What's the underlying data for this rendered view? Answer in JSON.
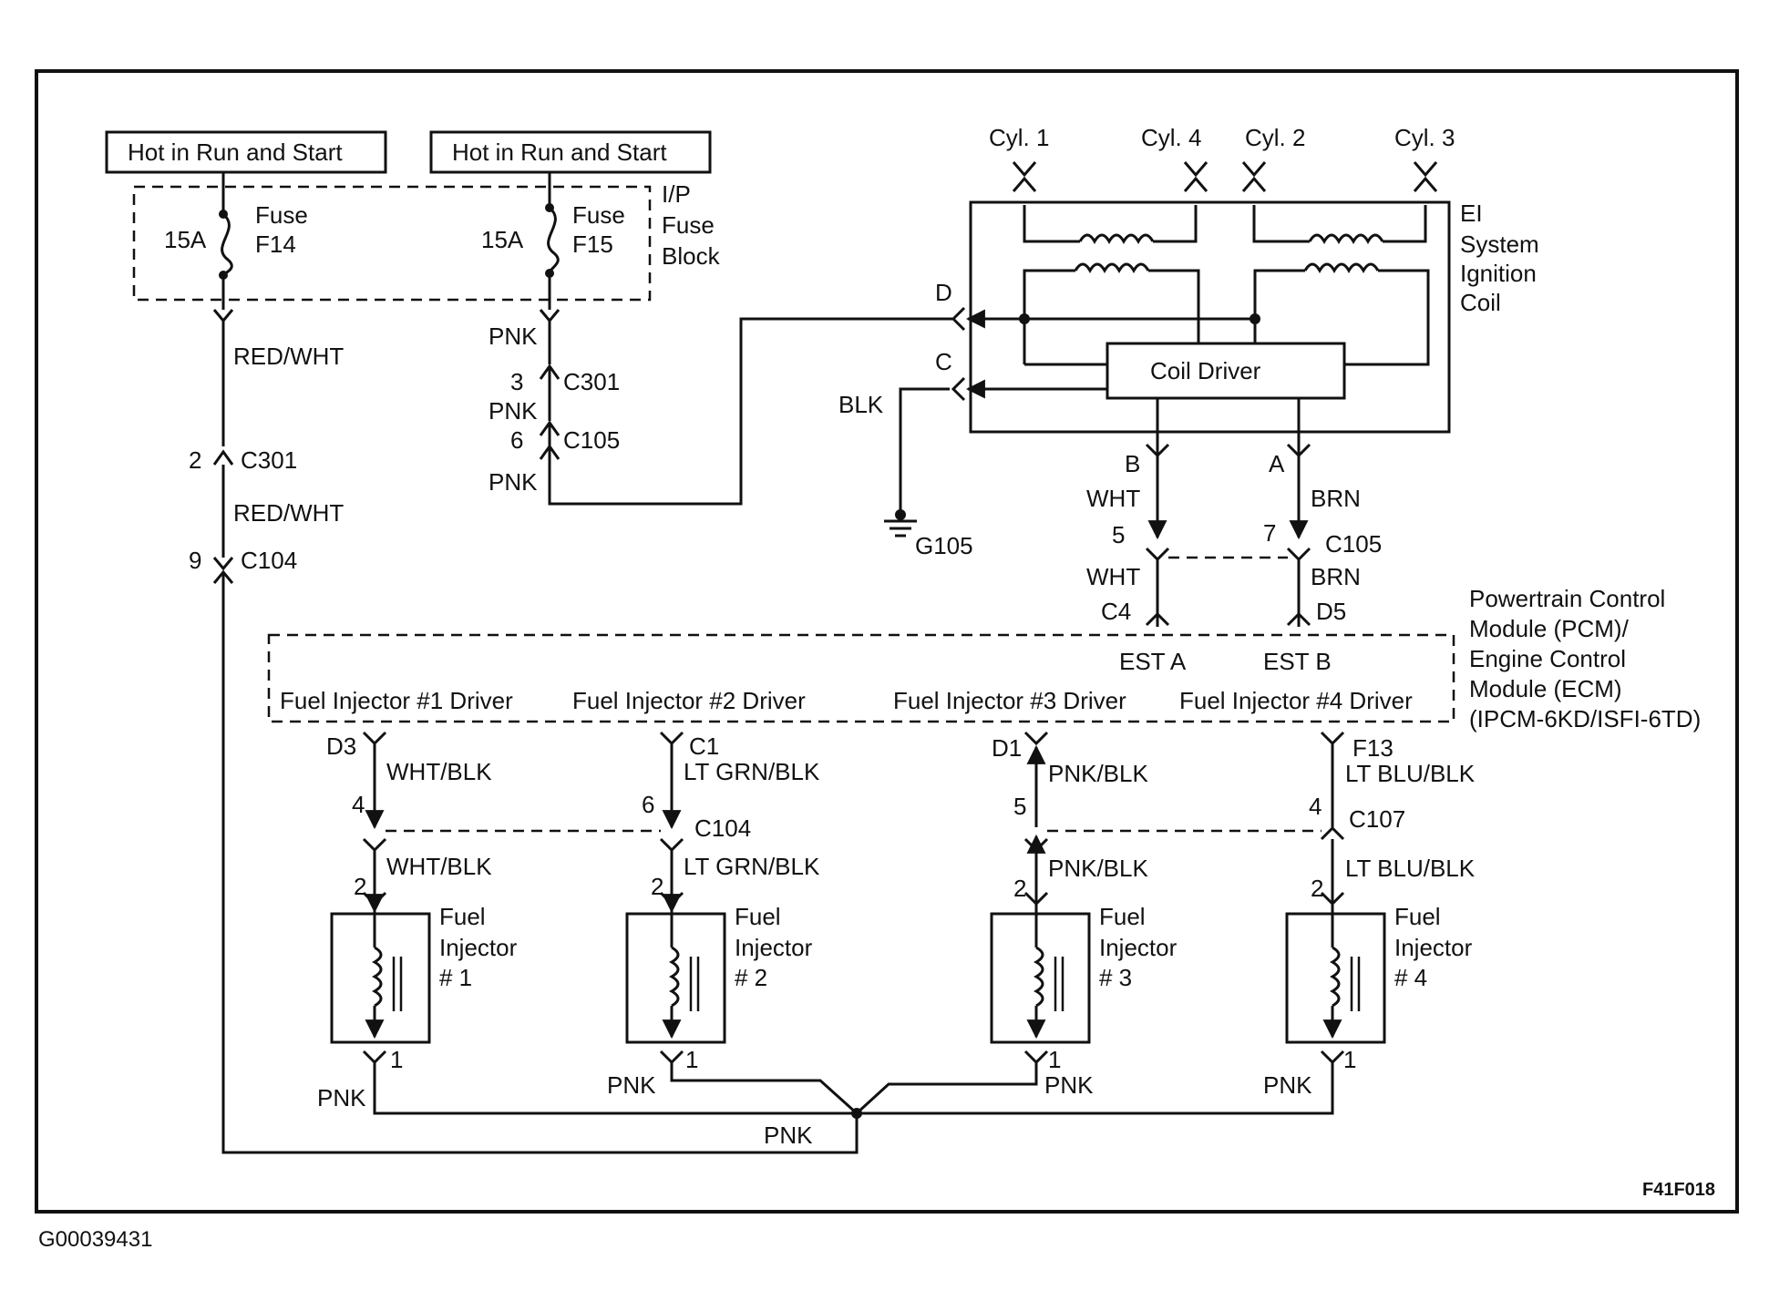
{
  "labels": {
    "hot_left": "Hot in Run and Start",
    "hot_right": "Hot in Run and Start",
    "fuse_f14_amp": "15A",
    "fuse_f14_name1": "Fuse",
    "fuse_f14_name2": "F14",
    "fuse_f15_amp": "15A",
    "fuse_f15_name1": "Fuse",
    "fuse_f15_name2": "F15",
    "ip_fuse_1": "I/P",
    "ip_fuse_2": "Fuse",
    "ip_fuse_3": "Block",
    "red_wht_1": "RED/WHT",
    "red_wht_2": "RED/WHT",
    "c301_pin2": "2",
    "c301_a": "C301",
    "c104_pin9": "9",
    "c104_a": "C104",
    "pnk_1": "PNK",
    "c301_pin3": "3",
    "c301_b": "C301",
    "pnk_2": "PNK",
    "c105_pin6": "6",
    "c105_a": "C105",
    "pnk_3": "PNK",
    "cyl1": "Cyl. 1",
    "cyl4": "Cyl. 4",
    "cyl2": "Cyl. 2",
    "cyl3": "Cyl. 3",
    "ei_1": "EI",
    "ei_2": "System",
    "ei_3": "Ignition",
    "ei_4": "Coil",
    "coil_driver": "Coil Driver",
    "pin_d": "D",
    "pin_c": "C",
    "blk": "BLK",
    "g105": "G105",
    "pin_b": "B",
    "pin_a": "A",
    "wht_1": "WHT",
    "brn_1": "BRN",
    "c105_pin5": "5",
    "c105_pin7": "7",
    "c105_b": "C105",
    "wht_2": "WHT",
    "brn_2": "BRN",
    "c4": "C4",
    "d5": "D5",
    "est_a": "EST A",
    "est_b": "EST B",
    "pcm_1": "Powertrain Control",
    "pcm_2": "Module (PCM)/",
    "pcm_3": "Engine Control",
    "pcm_4": "Module (ECM)",
    "pcm_5": "(IPCM-6KD/ISFI-6TD)",
    "drv1": "Fuel Injector #1 Driver",
    "drv2": "Fuel Injector #2 Driver",
    "drv3": "Fuel Injector #3 Driver",
    "drv4": "Fuel Injector #4 Driver",
    "d3": "D3",
    "c1": "C1",
    "d1": "D1",
    "f13": "F13",
    "w1a": "WHT/BLK",
    "w2a": "LT GRN/BLK",
    "w3a": "PNK/BLK",
    "w4a": "LT BLU/BLK",
    "p4": "4",
    "p6": "6",
    "p5": "5",
    "p4b": "4",
    "c104_b": "C104",
    "c107": "C107",
    "w1b": "WHT/BLK",
    "w2b": "LT GRN/BLK",
    "w3b": "PNK/BLK",
    "w4b": "LT BLU/BLK",
    "inj_pin2_1": "2",
    "inj_pin2_2": "2",
    "inj_pin2_3": "2",
    "inj_pin2_4": "2",
    "inj1_a": "Fuel",
    "inj1_b": "Injector",
    "inj1_c": "# 1",
    "inj2_a": "Fuel",
    "inj2_b": "Injector",
    "inj2_c": "# 2",
    "inj3_a": "Fuel",
    "inj3_b": "Injector",
    "inj3_c": "# 3",
    "inj4_a": "Fuel",
    "inj4_b": "Injector",
    "inj4_c": "# 4",
    "inj_pin1_1": "1",
    "inj_pin1_2": "1",
    "inj_pin1_3": "1",
    "inj_pin1_4": "1",
    "pnk_i1": "PNK",
    "pnk_i2": "PNK",
    "pnk_i3": "PNK",
    "pnk_i4": "PNK",
    "pnk_bus": "PNK",
    "fig_code": "F41F018",
    "image_code": "G00039431"
  }
}
